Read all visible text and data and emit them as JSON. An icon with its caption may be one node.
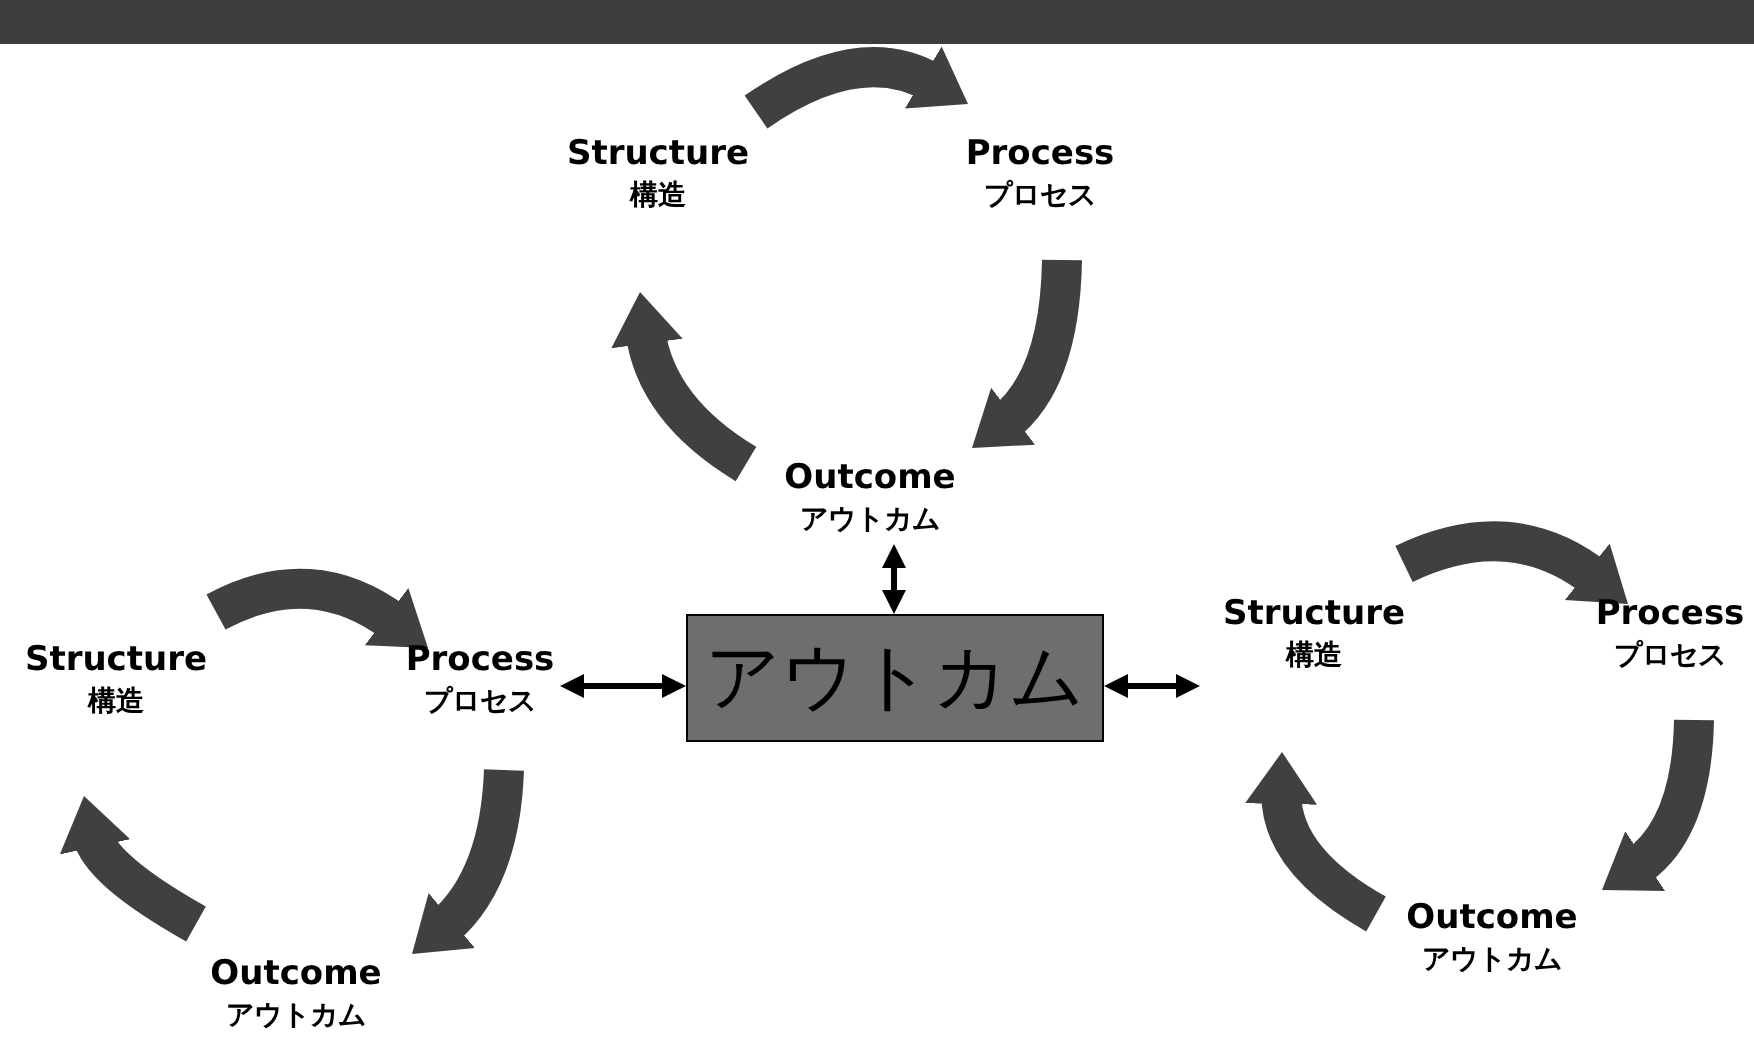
{
  "diagram": {
    "nodes": [
      {
        "text": [
          "Structure",
          "構造"
        ]
      },
      {
        "text": [
          "Process",
          "プロセス"
        ]
      },
      {
        "text": [
          "Outcome",
          "アウトカム"
        ]
      },
      {
        "text": [
          "Structure",
          "構造"
        ]
      },
      {
        "text": [
          "Process",
          "プロセス"
        ]
      },
      {
        "text": [
          "アウトカム"
        ]
      },
      {
        "text": [
          "Structure",
          "構造"
        ]
      },
      {
        "text": [
          "Process",
          "プロセス"
        ]
      },
      {
        "text": [
          "Outcome",
          "アウトカム"
        ]
      },
      {
        "text": [
          "Outcome",
          "アウトカム"
        ]
      }
    ],
    "edges": [
      {
        "from": 0,
        "to": 1,
        "arrow": "to"
      },
      {
        "from": 1,
        "to": 2,
        "arrow": "to"
      },
      {
        "from": 2,
        "to": 0,
        "arrow": "to"
      },
      {
        "from": 3,
        "to": 4,
        "arrow": "to"
      },
      {
        "from": 4,
        "to": 9,
        "arrow": "to"
      },
      {
        "from": 9,
        "to": 3,
        "arrow": "to"
      },
      {
        "from": 6,
        "to": 7,
        "arrow": "to"
      },
      {
        "from": 7,
        "to": 8,
        "arrow": "to"
      },
      {
        "from": 8,
        "to": 6,
        "arrow": "to"
      },
      {
        "from": 2,
        "to": 5,
        "arrow": "both",
        "color": "#000000"
      },
      {
        "from": 4,
        "to": 5,
        "arrow": "both",
        "color": "#000000"
      },
      {
        "from": 5,
        "to": 6,
        "arrow": "both",
        "color": "#000000"
      }
    ]
  }
}
